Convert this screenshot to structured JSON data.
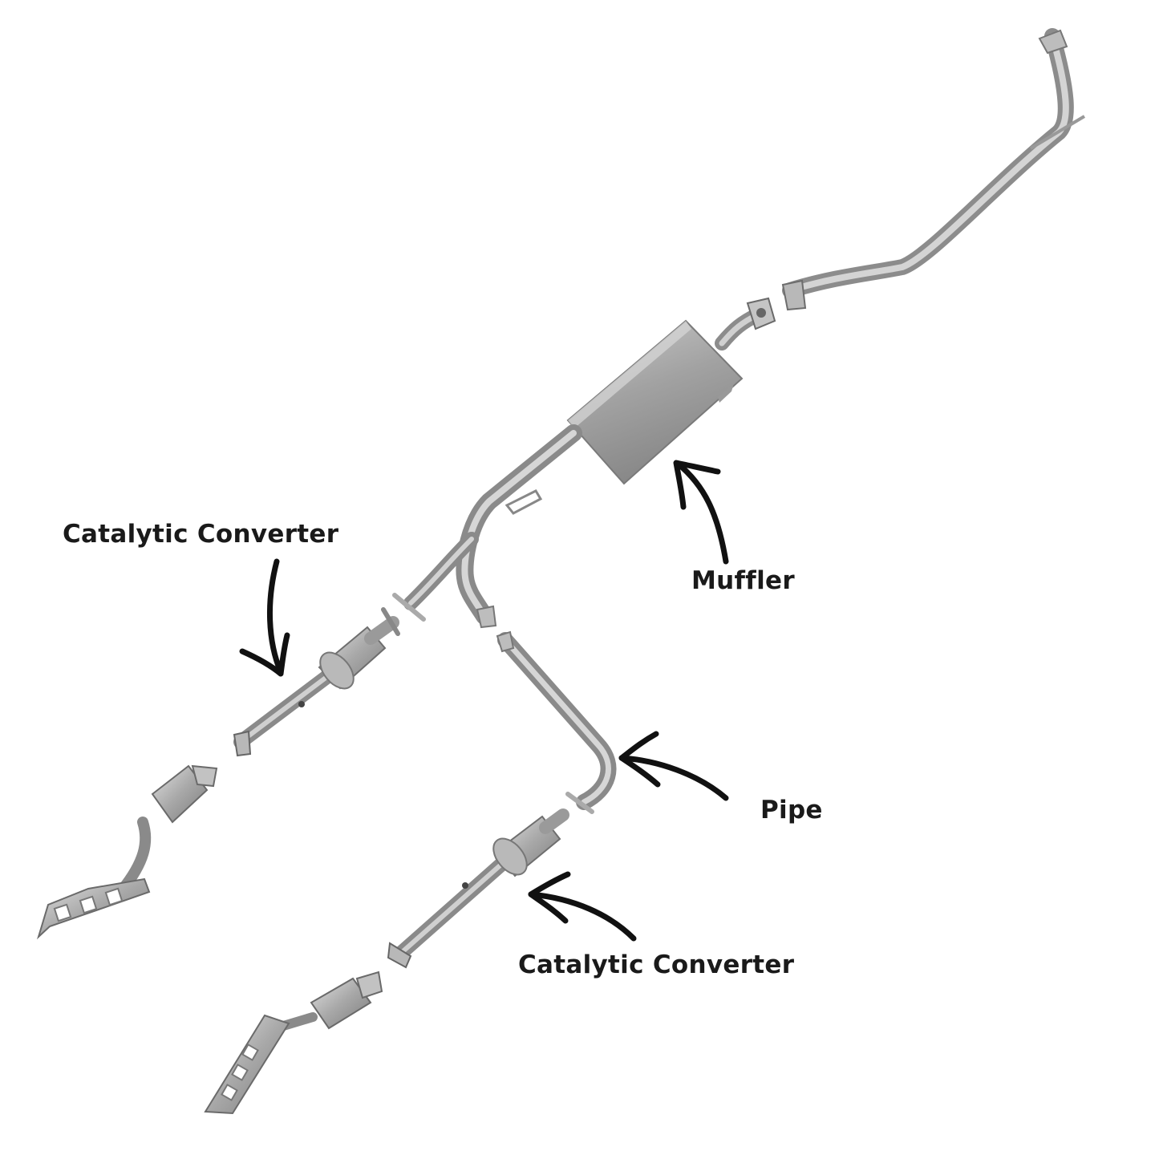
{
  "labels": {
    "cat_upper": "Catalytic Converter",
    "muffler": "Muffler",
    "pipe": "Pipe",
    "cat_lower": "Catalytic Converter"
  },
  "colors": {
    "background": "#ffffff",
    "metal_dark": "#8a8a8a",
    "metal_mid": "#b4b4b4",
    "metal_light": "#dcdcdc",
    "text": "#1a1a1a",
    "arrow": "#111111"
  }
}
